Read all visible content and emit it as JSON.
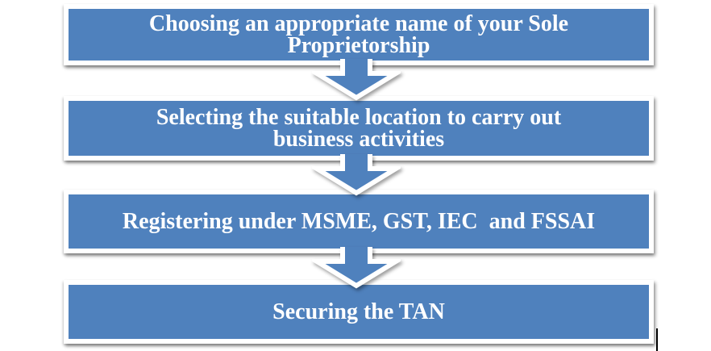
{
  "colors": {
    "box_fill": "#4F81BD",
    "box_border": "#FFFFFF",
    "text_color": "#FFFFFF",
    "arrow_fill": "#4F81BD",
    "arrow_outline": "#FFFFFF"
  },
  "diagram": {
    "type": "flowchart",
    "direction": "top-to-bottom",
    "steps": [
      {
        "label": "Choosing an appropriate name of your Sole Proprietorship",
        "lines": [
          "Choosing an appropriate name of your Sole",
          "Proprietorship"
        ]
      },
      {
        "label": "Selecting the suitable location to carry out business activities",
        "lines": [
          "Selecting the suitable location to carry out",
          "business activities"
        ]
      },
      {
        "label": "Registering under MSME, GST, IEC  and FSSAI",
        "lines": [
          "Registering under MSME, GST, IEC  and FSSAI"
        ]
      },
      {
        "label": "Securing the TAN",
        "lines": [
          "Securing the TAN"
        ]
      }
    ],
    "connectors": [
      {
        "from": 1,
        "to": 2,
        "shape": "down-arrow"
      },
      {
        "from": 2,
        "to": 3,
        "shape": "down-arrow"
      },
      {
        "from": 3,
        "to": 4,
        "shape": "down-arrow"
      }
    ]
  }
}
